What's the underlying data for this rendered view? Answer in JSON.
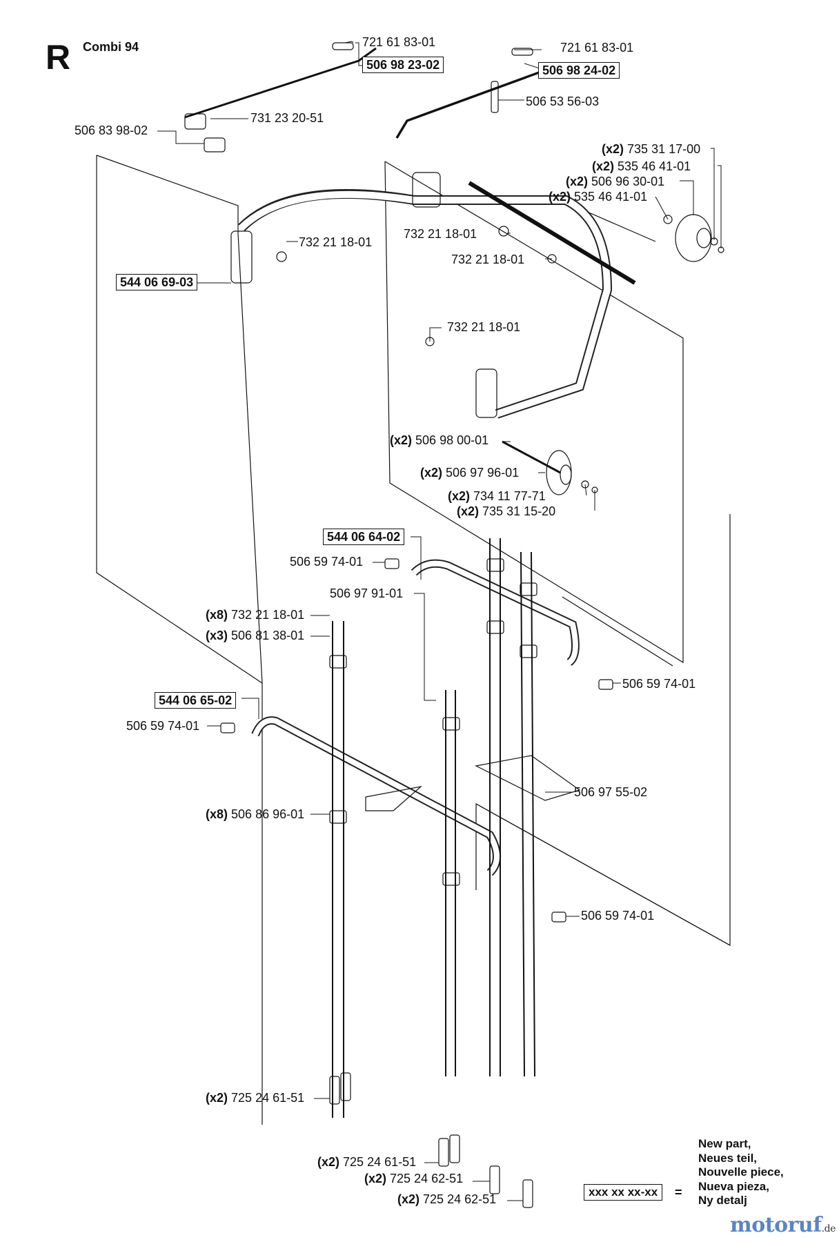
{
  "header": {
    "section_letter": "R",
    "model": "Combi 94"
  },
  "legend": {
    "box_text": "xxx xx xx-xx",
    "equals": "=",
    "lines": [
      "New part,",
      "Neues teil,",
      "Nouvelle piece,",
      "Nueva pieza,",
      "Ny detalj"
    ]
  },
  "watermark": {
    "main": "motoruf",
    "suffix": ".de"
  },
  "parts": [
    {
      "id": "p1",
      "qty": "",
      "number": "721 61 83-01",
      "boxed": false
    },
    {
      "id": "p2",
      "qty": "",
      "number": "506 98 23-02",
      "boxed": true
    },
    {
      "id": "p3",
      "qty": "",
      "number": "721 61 83-01",
      "boxed": false
    },
    {
      "id": "p4",
      "qty": "",
      "number": "506 98 24-02",
      "boxed": true
    },
    {
      "id": "p5",
      "qty": "",
      "number": "506 53 56-03",
      "boxed": false
    },
    {
      "id": "p6",
      "qty": "",
      "number": "731 23 20-51",
      "boxed": false
    },
    {
      "id": "p7",
      "qty": "",
      "number": "506 83 98-02",
      "boxed": false
    },
    {
      "id": "p8",
      "qty": "(x2)",
      "number": "735 31 17-00",
      "boxed": false
    },
    {
      "id": "p9",
      "qty": "(x2)",
      "number": "535 46 41-01",
      "boxed": false
    },
    {
      "id": "p10",
      "qty": "(x2)",
      "number": "506 96 30-01",
      "boxed": false
    },
    {
      "id": "p11",
      "qty": "(x2)",
      "number": "535 46 41-01",
      "boxed": false
    },
    {
      "id": "p12",
      "qty": "",
      "number": "732 21 18-01",
      "boxed": false
    },
    {
      "id": "p13",
      "qty": "",
      "number": "732 21 18-01",
      "boxed": false
    },
    {
      "id": "p14",
      "qty": "",
      "number": "544 06 69-03",
      "boxed": true
    },
    {
      "id": "p15",
      "qty": "",
      "number": "732 21 18-01",
      "boxed": false
    },
    {
      "id": "p16",
      "qty": "",
      "number": "732 21 18-01",
      "boxed": false
    },
    {
      "id": "p17",
      "qty": "(x2)",
      "number": "506 98 00-01",
      "boxed": false
    },
    {
      "id": "p18",
      "qty": "(x2)",
      "number": "506 97 96-01",
      "boxed": false
    },
    {
      "id": "p19",
      "qty": "(x2)",
      "number": "734 11 77-71",
      "boxed": false
    },
    {
      "id": "p20",
      "qty": "(x2)",
      "number": "735 31 15-20",
      "boxed": false
    },
    {
      "id": "p21",
      "qty": "",
      "number": "544 06 64-02",
      "boxed": true
    },
    {
      "id": "p22",
      "qty": "",
      "number": "506 59 74-01",
      "boxed": false
    },
    {
      "id": "p23",
      "qty": "",
      "number": "506 97 91-01",
      "boxed": false
    },
    {
      "id": "p24",
      "qty": "(x8)",
      "number": "732 21 18-01",
      "boxed": false
    },
    {
      "id": "p25",
      "qty": "(x3)",
      "number": "506 81 38-01",
      "boxed": false
    },
    {
      "id": "p26",
      "qty": "",
      "number": "506 59 74-01",
      "boxed": false
    },
    {
      "id": "p27",
      "qty": "",
      "number": "544 06 65-02",
      "boxed": true
    },
    {
      "id": "p28",
      "qty": "",
      "number": "506 59 74-01",
      "boxed": false
    },
    {
      "id": "p29",
      "qty": "",
      "number": "506 97 55-02",
      "boxed": false
    },
    {
      "id": "p30",
      "qty": "(x8)",
      "number": "506 86 96-01",
      "boxed": false
    },
    {
      "id": "p31",
      "qty": "",
      "number": "506 59 74-01",
      "boxed": false
    },
    {
      "id": "p32",
      "qty": "(x2)",
      "number": "725 24 61-51",
      "boxed": false
    },
    {
      "id": "p33",
      "qty": "(x2)",
      "number": "725 24 61-51",
      "boxed": false
    },
    {
      "id": "p34",
      "qty": "(x2)",
      "number": "725 24 62-51",
      "boxed": false
    },
    {
      "id": "p35",
      "qty": "(x2)",
      "number": "725 24 62-51",
      "boxed": false
    }
  ]
}
